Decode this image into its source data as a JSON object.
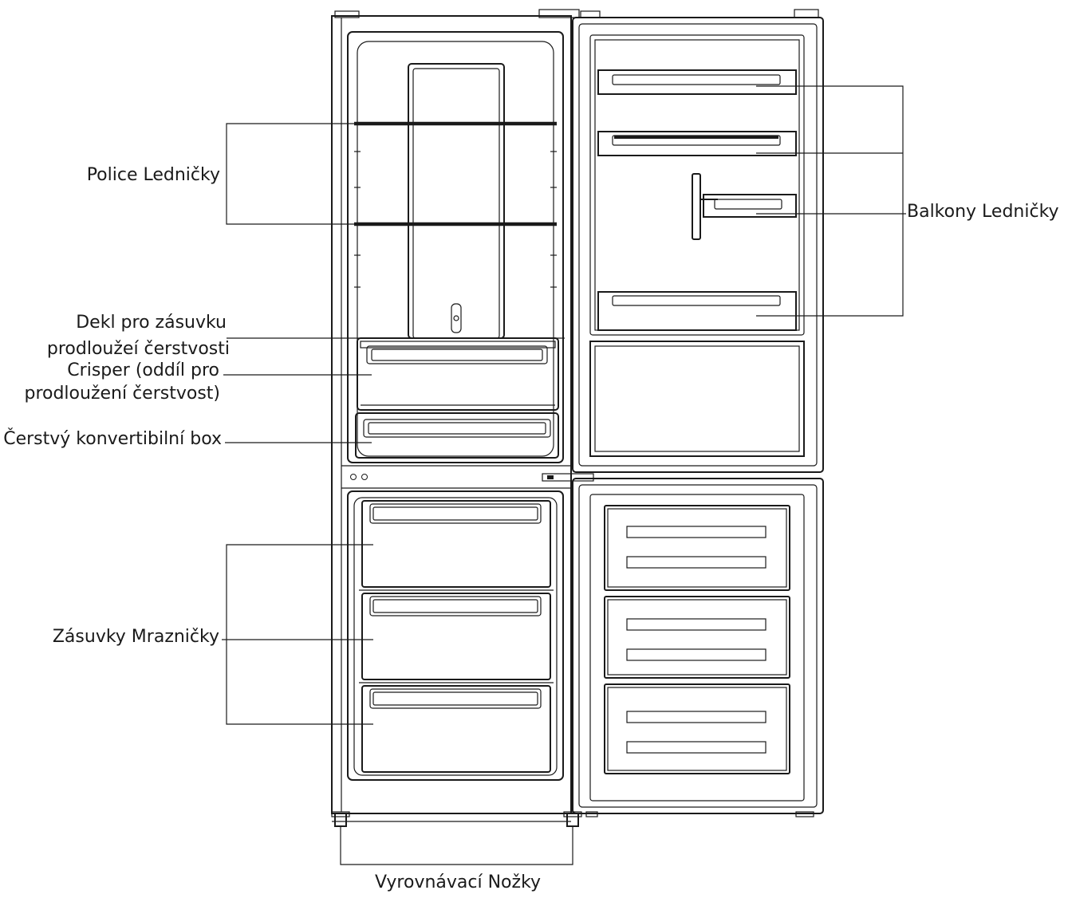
{
  "labels": {
    "police": "Police Ledničky",
    "dekl_line1": "Dekl pro zásuvku",
    "dekl_line2": "prodloužeí čerstvosti",
    "crisper_line1": "Crisper (oddíl pro",
    "crisper_line2": "prodloužení čerstvost)",
    "box": "Čerstvý konvertibilní box",
    "zasuvky": "Zásuvky Mrazničky",
    "balkony": "Balkony Ledničky",
    "nozky": "Vyrovnávací Nožky"
  },
  "colors": {
    "line": "#1a1a1a",
    "background": "#ffffff"
  }
}
